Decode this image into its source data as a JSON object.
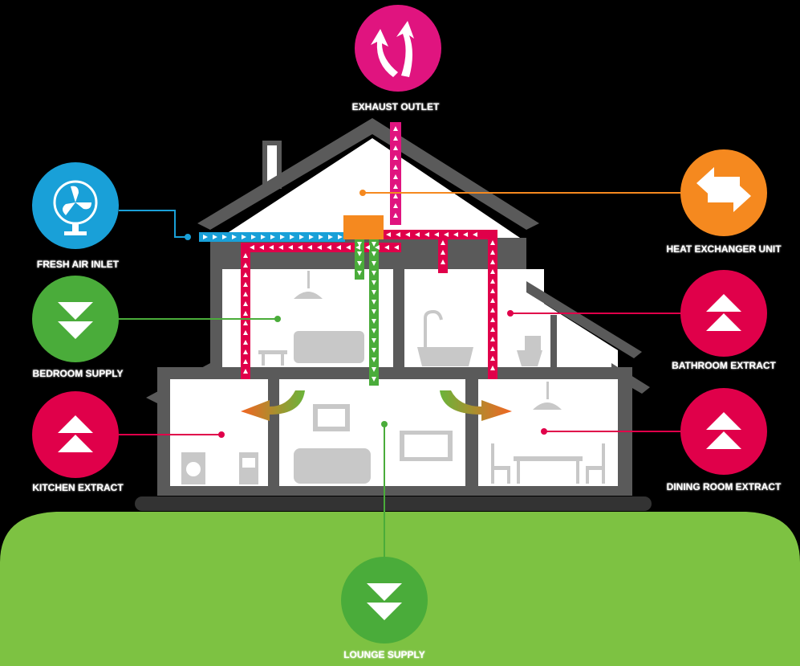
{
  "labels": {
    "exhaust": "EXHAUST OUTLET",
    "fresh_air": "FRESH AIR INLET",
    "heat_exchanger": "HEAT EXCHANGER UNIT",
    "bedroom": "BEDROOM SUPPLY",
    "bathroom": "BATHROOM EXTRACT",
    "kitchen": "KITCHEN EXTRACT",
    "dining": "DINING ROOM EXTRACT",
    "lounge": "LOUNGE SUPPLY"
  },
  "colors": {
    "supply": "#4aac3a",
    "extract": "#e0004a",
    "exhaust": "#e0147f",
    "fresh": "#19a0d8",
    "exchanger": "#f5891f",
    "ground": "#7dc242",
    "house": "#5a5a5a",
    "room": "#ffffff",
    "furniture": "#c8c8c8"
  }
}
